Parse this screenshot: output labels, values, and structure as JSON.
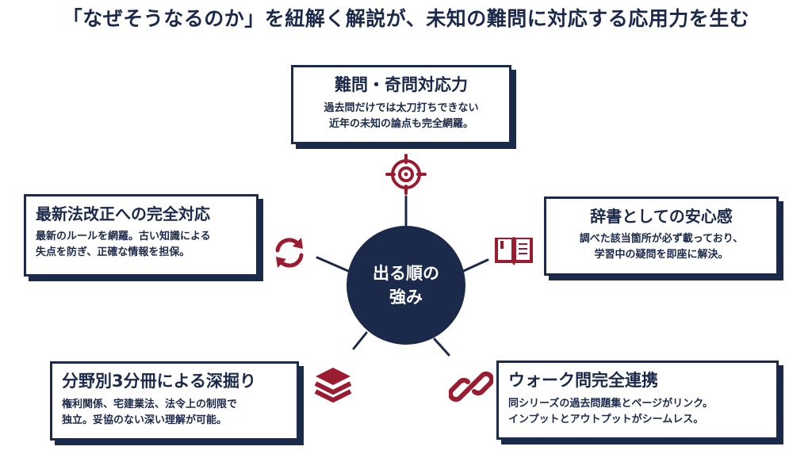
{
  "title": "「なぜそうなるのか」を紐解く解説が、未知の難問に対応する応用力を生む",
  "center": {
    "line1": "出る順の",
    "line2": "強み"
  },
  "colors": {
    "navy": "#1b2a4a",
    "accent": "#9b1b30"
  },
  "cards": {
    "top": {
      "title": "難問・奇問対応力",
      "line1": "過去問だけでは太刀打ちできない",
      "line2": "近年の未知の論点も完全網羅。",
      "icon": "target-icon"
    },
    "left": {
      "title": "最新法改正への完全対応",
      "line1": "最新のルールを網羅。古い知識による",
      "line2": "失点を防ぎ、正確な情報を担保。",
      "icon": "refresh-icon"
    },
    "right": {
      "title": "辞書としての安心感",
      "line1": "調べた該当箇所が必ず載っており、",
      "line2": "学習中の疑問を即座に解決。",
      "icon": "book-icon"
    },
    "bottom_left": {
      "title": "分野別3分冊による深掘り",
      "line1": "権利関係、宅建業法、法令上の制限で",
      "line2": "独立。妥協のない深い理解が可能。",
      "icon": "layers-icon"
    },
    "bottom_right": {
      "title": "ウォーク問完全連携",
      "line1": "同シリーズの過去問題集とページがリンク。",
      "line2": "インプットとアウトプットがシームレス。",
      "icon": "link-icon"
    }
  }
}
